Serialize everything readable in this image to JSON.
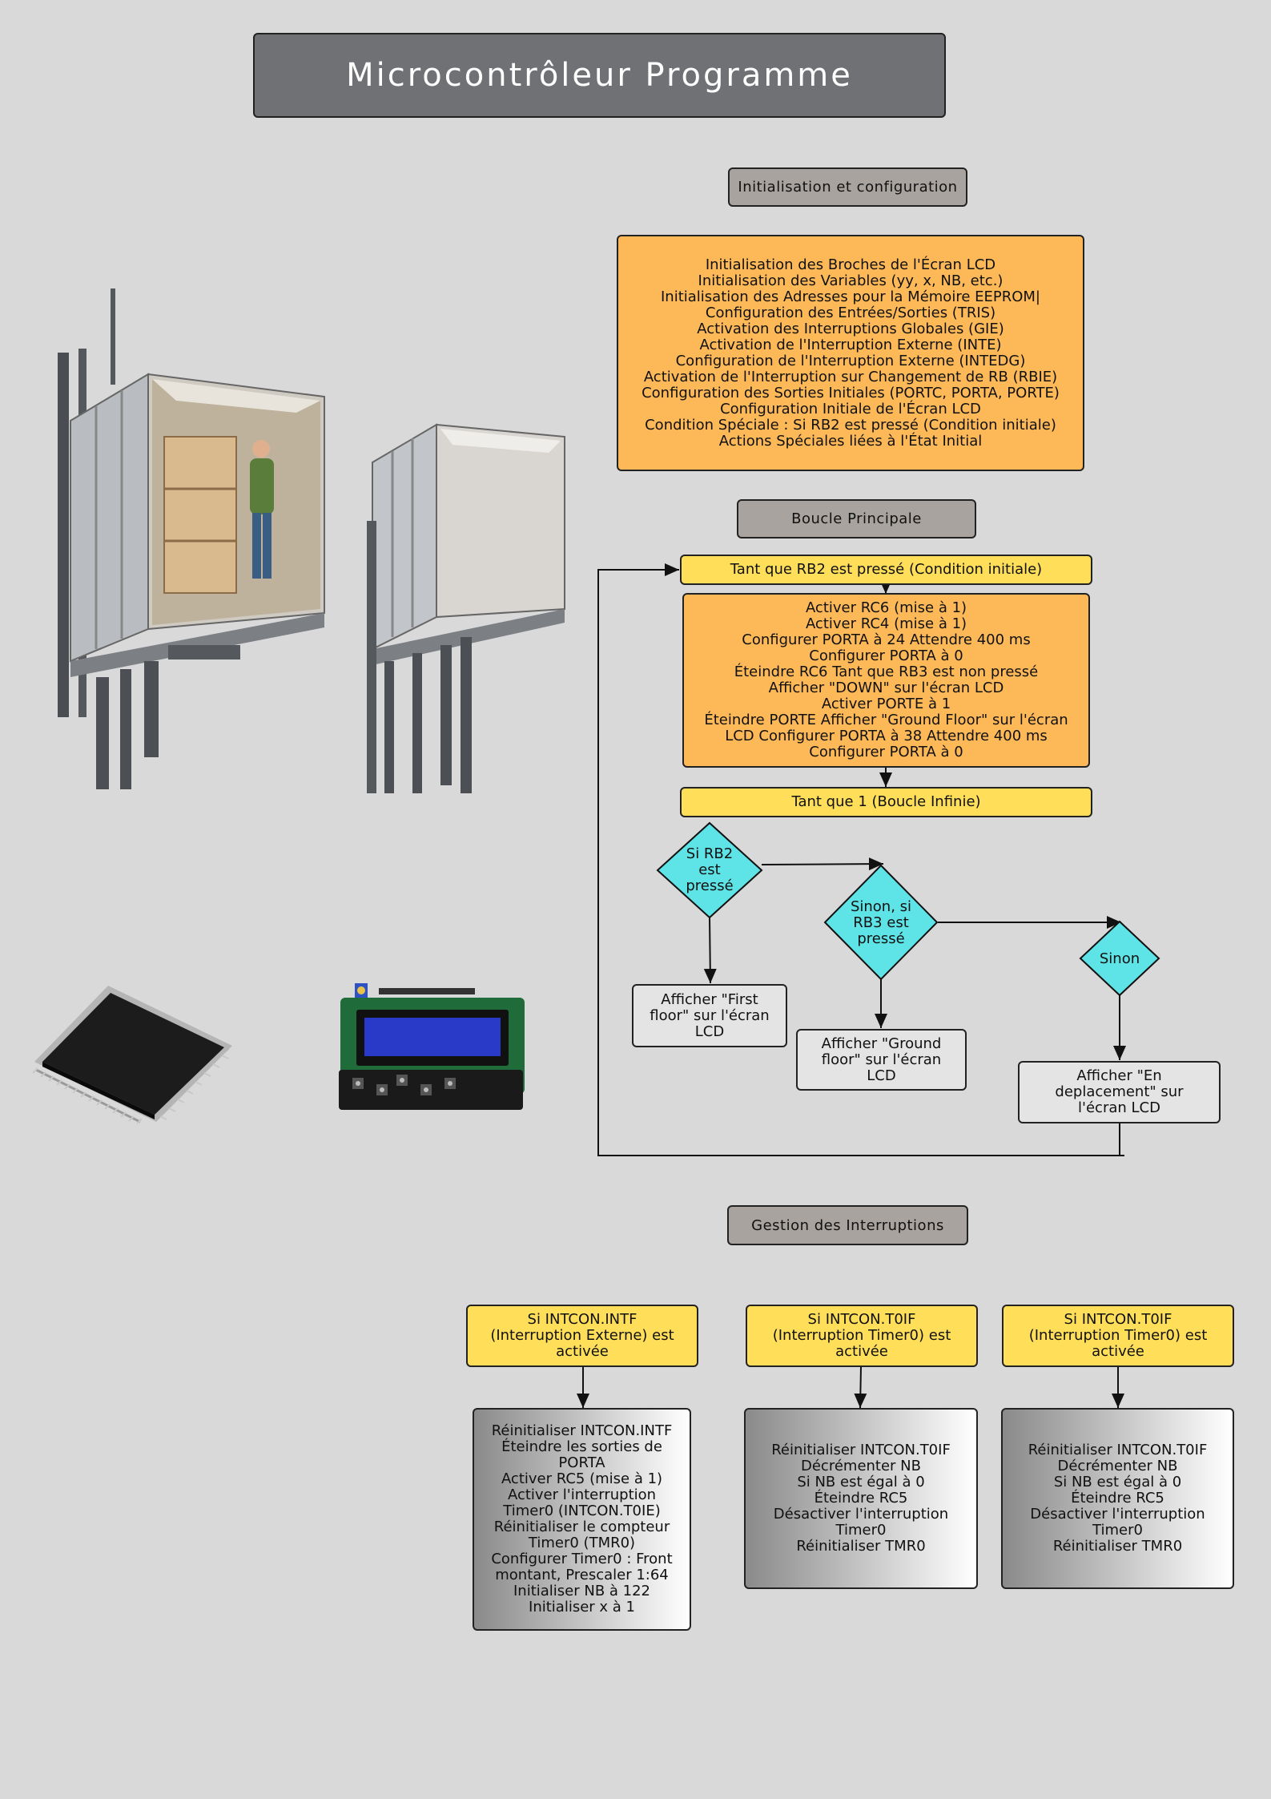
{
  "title": "Microcontrôleur Programme",
  "sections": {
    "init": "Initialisation et configuration",
    "loop": "Boucle Principale",
    "interrupts": "Gestion des Interruptions"
  },
  "init_box": [
    "Initialisation des Broches de l'Écran LCD",
    "Initialisation des Variables (yy, x, NB, etc.)",
    "Initialisation des Adresses pour la Mémoire EEPROM|",
    "Configuration des Entrées/Sorties (TRIS)",
    "Activation des Interruptions Globales (GIE)",
    "Activation de l'Interruption Externe (INTE)",
    "Configuration de l'Interruption Externe (INTEDG)",
    "Activation de l'Interruption sur Changement de RB (RBIE)",
    "Configuration des Sorties Initiales (PORTC, PORTA, PORTE)",
    "Configuration Initiale de l'Écran LCD",
    "Condition Spéciale :  Si RB2 est pressé (Condition initiale)",
    "Actions Spéciales liées à l'État Initial"
  ],
  "loop": {
    "while_rb2": "Tant que RB2 est pressé (Condition initiale)",
    "actions": [
      "Activer RC6 (mise à 1)",
      "Activer RC4 (mise à 1)",
      "Configurer PORTA à 24 Attendre 400 ms",
      "Configurer PORTA à 0",
      "Éteindre RC6 Tant que RB3 est non pressé",
      "Afficher \"DOWN\" sur l'écran LCD",
      "Activer PORTE à 1",
      "Éteindre PORTE Afficher \"Ground Floor\" sur l'écran",
      "LCD Configurer PORTA à 38 Attendre 400 ms",
      "Configurer PORTA à 0"
    ],
    "while_1": "Tant que 1 (Boucle Infinie)",
    "decision_rb2": [
      "Si RB2",
      "est",
      "pressé"
    ],
    "decision_rb3": [
      "Sinon, si",
      "RB3 est",
      "pressé"
    ],
    "decision_else": "Sinon",
    "out_first": [
      "Afficher \"First",
      "floor\" sur l'écran",
      "LCD"
    ],
    "out_ground": [
      "Afficher \"Ground",
      "floor\" sur l'écran",
      "LCD"
    ],
    "out_moving": [
      "Afficher \"En",
      "deplacement\" sur",
      "l'écran LCD"
    ]
  },
  "interrupts": [
    {
      "condition": [
        "Si INTCON.INTF",
        "(Interruption Externe) est",
        "activée"
      ],
      "actions": [
        "Réinitialiser INTCON.INTF",
        "Éteindre les sorties de",
        "PORTA",
        "Activer RC5 (mise à 1)",
        "Activer l'interruption",
        "Timer0 (INTCON.T0IE)",
        "Réinitialiser le compteur",
        "Timer0 (TMR0)",
        "Configurer Timer0 : Front",
        "montant, Prescaler 1:64",
        "Initialiser NB à 122",
        "Initialiser x à 1"
      ]
    },
    {
      "condition": [
        "Si INTCON.T0IF",
        "(Interruption Timer0) est",
        "activée"
      ],
      "actions": [
        "Réinitialiser INTCON.T0IF",
        "Décrémenter NB",
        "Si NB est égal à 0",
        "Éteindre RC5",
        "Désactiver l'interruption",
        "Timer0",
        "Réinitialiser TMR0"
      ]
    },
    {
      "condition": [
        "Si INTCON.T0IF",
        "(Interruption Timer0) est",
        "activée"
      ],
      "actions": [
        "Réinitialiser INTCON.T0IF",
        "Décrémenter NB",
        "Si NB est égal à 0",
        "Éteindre RC5",
        "Désactiver l'interruption",
        "Timer0",
        "Réinitialiser TMR0"
      ]
    }
  ],
  "colors": {
    "background": "#d9d9d9",
    "title_bar": "#707174",
    "section_pill": "#a9a39f",
    "orange_box": "#fdb958",
    "yellow_box": "#ffdf5a",
    "decision": "#5ee3e6"
  }
}
